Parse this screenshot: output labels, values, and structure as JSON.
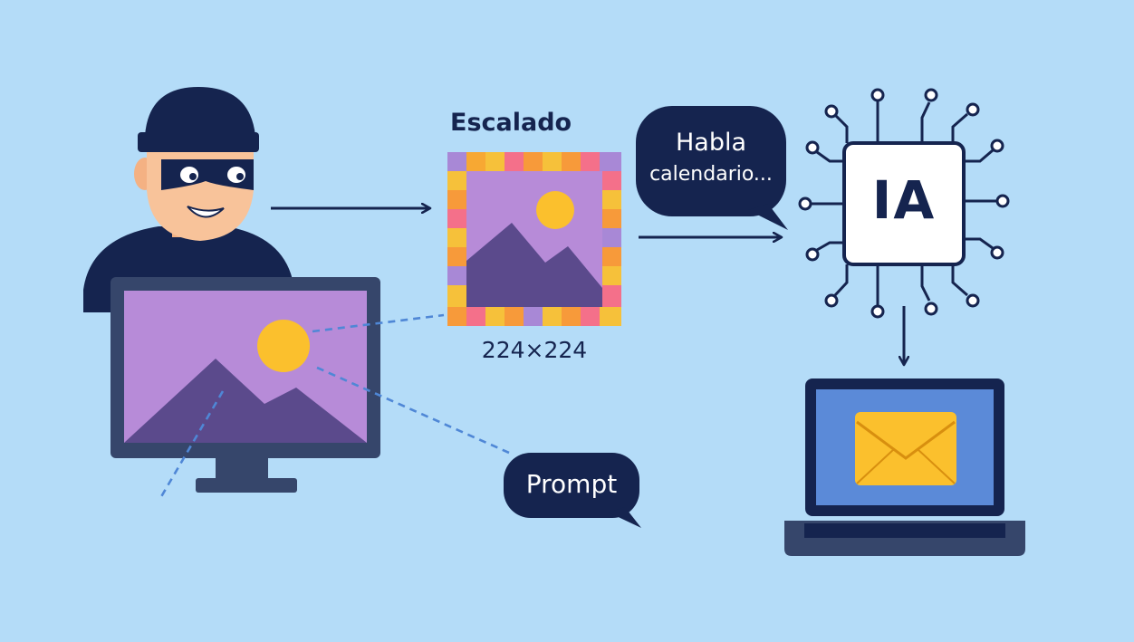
{
  "labels": {
    "scaled_title": "Escalado",
    "scaled_size": "224×224",
    "bubble_top_line1": "Habla",
    "bubble_top_line2": "calendario...",
    "bubble_prompt": "Prompt",
    "chip_label": "IA"
  },
  "icons": {
    "attacker": "thief-icon",
    "monitor": "monitor-icon",
    "scaled_image": "pixelated-image-icon",
    "ai_chip": "chip-icon",
    "laptop": "laptop-icon",
    "email": "envelope-icon"
  },
  "colors": {
    "background": "#b4dcf8",
    "navy": "#15244f",
    "image_purple": "#b78bd8",
    "mountain": "#5b4a8c",
    "sun": "#fbc02d",
    "laptop_screen": "#5b8ad8",
    "envelope": "#fbc02d",
    "dashed": "#4f87d6"
  }
}
